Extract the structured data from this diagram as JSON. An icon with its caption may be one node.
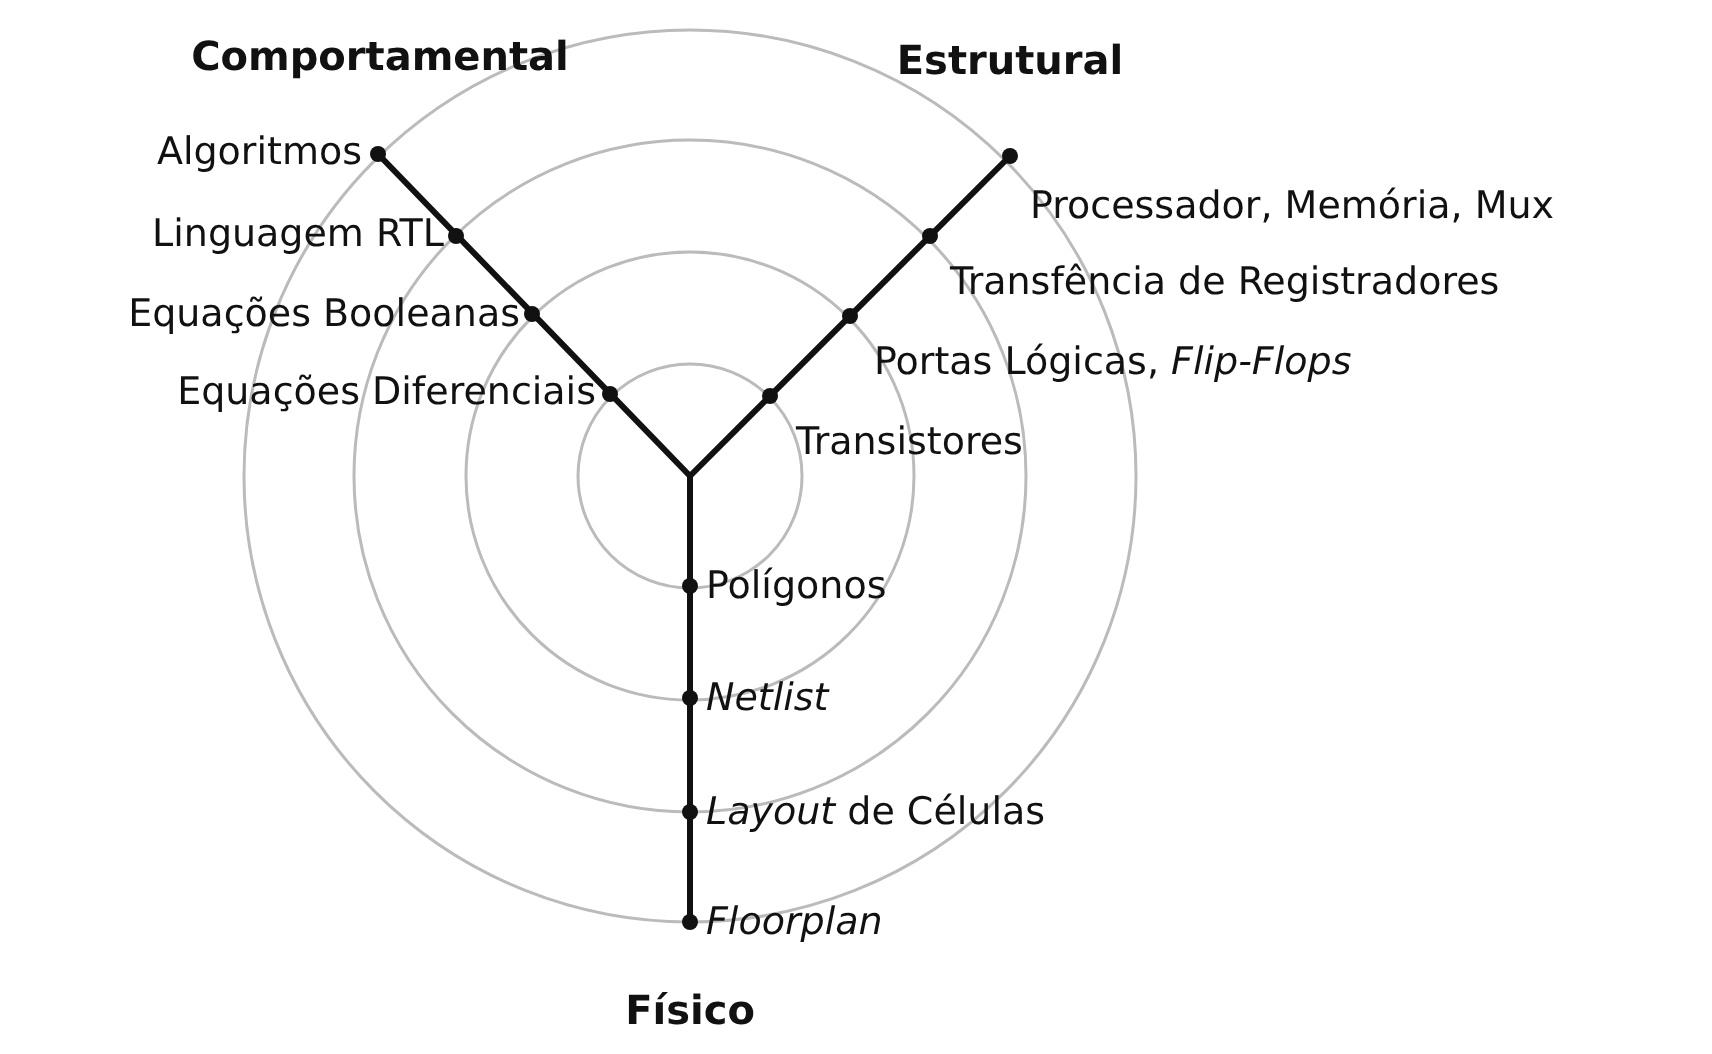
{
  "diagram": {
    "labels": [
      "Comportamental",
      "Estrutural",
      "Algoritmos",
      "Processador, Memória, Mux",
      "Linguagem RTL",
      "Transfência de Registradores",
      "Equações Booleanas",
      "Portas Lógicas, *Flip-Flops*",
      "Equações Diferenciais",
      "Transistores",
      "Polígonos",
      "Netlist",
      "*Layout* de Células",
      "Floorplan",
      "Físico"
    ]
  }
}
